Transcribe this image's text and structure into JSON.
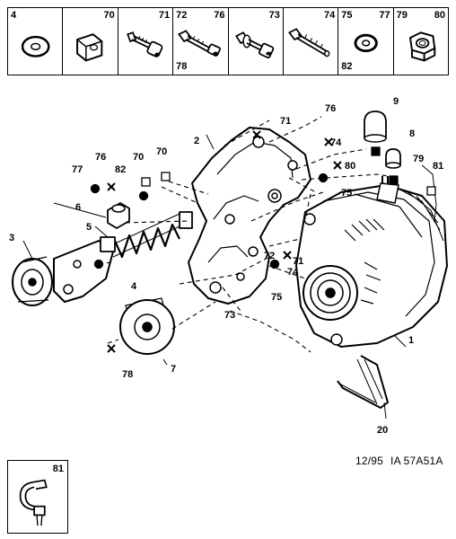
{
  "parts_strip": {
    "cells": [
      {
        "refs": {
          "top_left": "4"
        },
        "icon": "flat-washer-icon"
      },
      {
        "refs": {
          "top_right": "70"
        },
        "icon": "clip-nut-icon"
      },
      {
        "refs": {
          "top_right": "71"
        },
        "icon": "bolt-with-spacer-icon"
      },
      {
        "refs": {
          "top_left": "72",
          "top_right": "76",
          "bottom_left": "78"
        },
        "icon": "hex-bolt-icon"
      },
      {
        "refs": {
          "top_right": "73"
        },
        "icon": "bolt-with-washer-icon"
      },
      {
        "refs": {
          "top_right": "74"
        },
        "icon": "long-bolt-icon"
      },
      {
        "refs": {
          "top_left": "75",
          "top_right": "77",
          "bottom_left": "82"
        },
        "icon": "washer-icon"
      },
      {
        "refs": {
          "top_left": "79",
          "top_right": "80"
        },
        "icon": "hex-nut-icon"
      }
    ]
  },
  "callouts": {
    "c1": "1",
    "c2": "2",
    "c3": "3",
    "c4": "4",
    "c5": "5",
    "c6": "6",
    "c7": "7",
    "c8": "8",
    "c9": "9",
    "c20": "20",
    "c70a": "70",
    "c70b": "70",
    "c71a": "71",
    "c71b": "71",
    "c72": "72",
    "c73": "73",
    "c74a": "74",
    "c74b": "74",
    "c75a": "75",
    "c75b": "75",
    "c76a": "76",
    "c76b": "76",
    "c77": "77",
    "c78": "78",
    "c79": "79",
    "c80": "80",
    "c81": "81",
    "c82": "82"
  },
  "reference": {
    "date": "12/95",
    "code": "IA 57A51A"
  },
  "inset": {
    "ref": "81",
    "icon": "cable-clamp-icon"
  }
}
